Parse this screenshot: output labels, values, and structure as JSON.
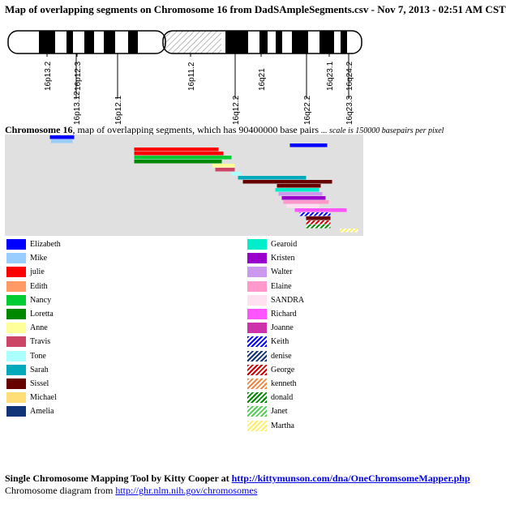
{
  "page": {
    "title": "Map of overlapping segments on Chromosome 16 from DadSAmpleSegments.csv - Nov 7, 2013 - 02:51 AM CST",
    "chromosome_name": "Chromosome 16",
    "chromosome_desc": ", map of overlapping segments, which has 90400000 base pairs",
    "scale_note": "... scale is 150000 basepairs per pixel"
  },
  "ideogram": {
    "bands_top": [
      "16p13.2",
      "16p12.3",
      "16p11.2",
      "16q21",
      "16q23.1",
      "16q24.2"
    ],
    "bands_bottom": [
      "16p13.12",
      "16p12.1",
      "16q12.2",
      "16q22.2",
      "16q23.3"
    ]
  },
  "legend": {
    "left": [
      {
        "name": "Elizabeth",
        "color": "#0000ff",
        "pattern": "solid"
      },
      {
        "name": "Mike",
        "color": "#99ccff",
        "pattern": "solid"
      },
      {
        "name": "julie",
        "color": "#ff0000",
        "pattern": "solid"
      },
      {
        "name": "Edith",
        "color": "#ff9966",
        "pattern": "solid"
      },
      {
        "name": "Nancy",
        "color": "#00cc33",
        "pattern": "solid"
      },
      {
        "name": "Loretta",
        "color": "#008800",
        "pattern": "solid"
      },
      {
        "name": "Anne",
        "color": "#ffff99",
        "pattern": "solid"
      },
      {
        "name": "Travis",
        "color": "#cc4466",
        "pattern": "solid"
      },
      {
        "name": "Tone",
        "color": "#aaffff",
        "pattern": "solid"
      },
      {
        "name": "Sarah",
        "color": "#00aabb",
        "pattern": "solid"
      },
      {
        "name": "Sissel",
        "color": "#660000",
        "pattern": "solid"
      },
      {
        "name": "Michael",
        "color": "#ffdd77",
        "pattern": "solid"
      },
      {
        "name": "Amelia",
        "color": "#113377",
        "pattern": "solid"
      }
    ],
    "right": [
      {
        "name": "Gearoid",
        "color": "#00eecc",
        "pattern": "solid"
      },
      {
        "name": "Kristen",
        "color": "#9900cc",
        "pattern": "solid"
      },
      {
        "name": "Walter",
        "color": "#cc99ee",
        "pattern": "solid"
      },
      {
        "name": "Elaine",
        "color": "#ff99cc",
        "pattern": "solid"
      },
      {
        "name": "SANDRA",
        "color": "#ffe0f0",
        "pattern": "solid"
      },
      {
        "name": "Richard",
        "color": "#ff55ff",
        "pattern": "solid"
      },
      {
        "name": "Joanne",
        "color": "#cc33aa",
        "pattern": "solid"
      },
      {
        "name": "Keith",
        "color": "#0000ff",
        "pattern": "stripe"
      },
      {
        "name": "denise",
        "color": "#113377",
        "pattern": "stripe"
      },
      {
        "name": "George",
        "color": "#cc0000",
        "pattern": "stripe"
      },
      {
        "name": "kenneth",
        "color": "#ee8844",
        "pattern": "stripe"
      },
      {
        "name": "donald",
        "color": "#008800",
        "pattern": "stripe"
      },
      {
        "name": "Janet",
        "color": "#55cc55",
        "pattern": "stripe"
      },
      {
        "name": "Martha",
        "color": "#ffee66",
        "pattern": "stripe"
      }
    ]
  },
  "segments": [
    {
      "person": "Elizabeth",
      "start": 8.4,
      "end": 12.9
    },
    {
      "person": "Mike",
      "start": 8.6,
      "end": 12.6
    },
    {
      "person": "Elizabeth",
      "start": 52.8,
      "end": 59.7
    },
    {
      "person": "julie",
      "start": 24.0,
      "end": 39.6
    },
    {
      "person": "julie",
      "start": 24.0,
      "end": 40.5
    },
    {
      "person": "Nancy",
      "start": 24.0,
      "end": 42.0
    },
    {
      "person": "Loretta",
      "start": 24.0,
      "end": 40.2
    },
    {
      "person": "Anne",
      "start": 38.5,
      "end": 42.6
    },
    {
      "person": "Travis",
      "start": 39.0,
      "end": 42.6
    },
    {
      "person": "Tone",
      "start": 42.0,
      "end": 43.8
    },
    {
      "person": "Sarah",
      "start": 43.2,
      "end": 55.8
    },
    {
      "person": "Sissel",
      "start": 44.1,
      "end": 60.6
    },
    {
      "person": "Sissel",
      "start": 50.4,
      "end": 58.5
    },
    {
      "person": "Gearoid",
      "start": 50.1,
      "end": 58.2
    },
    {
      "person": "Walter",
      "start": 50.7,
      "end": 58.8
    },
    {
      "person": "Kristen",
      "start": 51.3,
      "end": 59.4
    },
    {
      "person": "Elaine",
      "start": 51.6,
      "end": 60.0
    },
    {
      "person": "SANDRA",
      "start": 52.2,
      "end": 58.2
    },
    {
      "person": "Richard",
      "start": 53.7,
      "end": 63.3
    },
    {
      "person": "Keith",
      "start": 54.6,
      "end": 60.3
    },
    {
      "person": "Sissel",
      "start": 55.8,
      "end": 60.3
    },
    {
      "person": "George",
      "start": 55.8,
      "end": 60.3
    },
    {
      "person": "donald",
      "start": 55.8,
      "end": 60.3
    },
    {
      "person": "Martha",
      "start": 62.1,
      "end": 65.4
    }
  ],
  "footer": {
    "tool_label": "Single Chromosome Mapping Tool by Kitty Cooper at",
    "tool_link": "http://kittymunson.com/dna/OneChromsomeMapper.php",
    "diagram_label": "Chromosome diagram from",
    "diagram_link": "http://ghr.nlm.nih.gov/chromosomes"
  }
}
